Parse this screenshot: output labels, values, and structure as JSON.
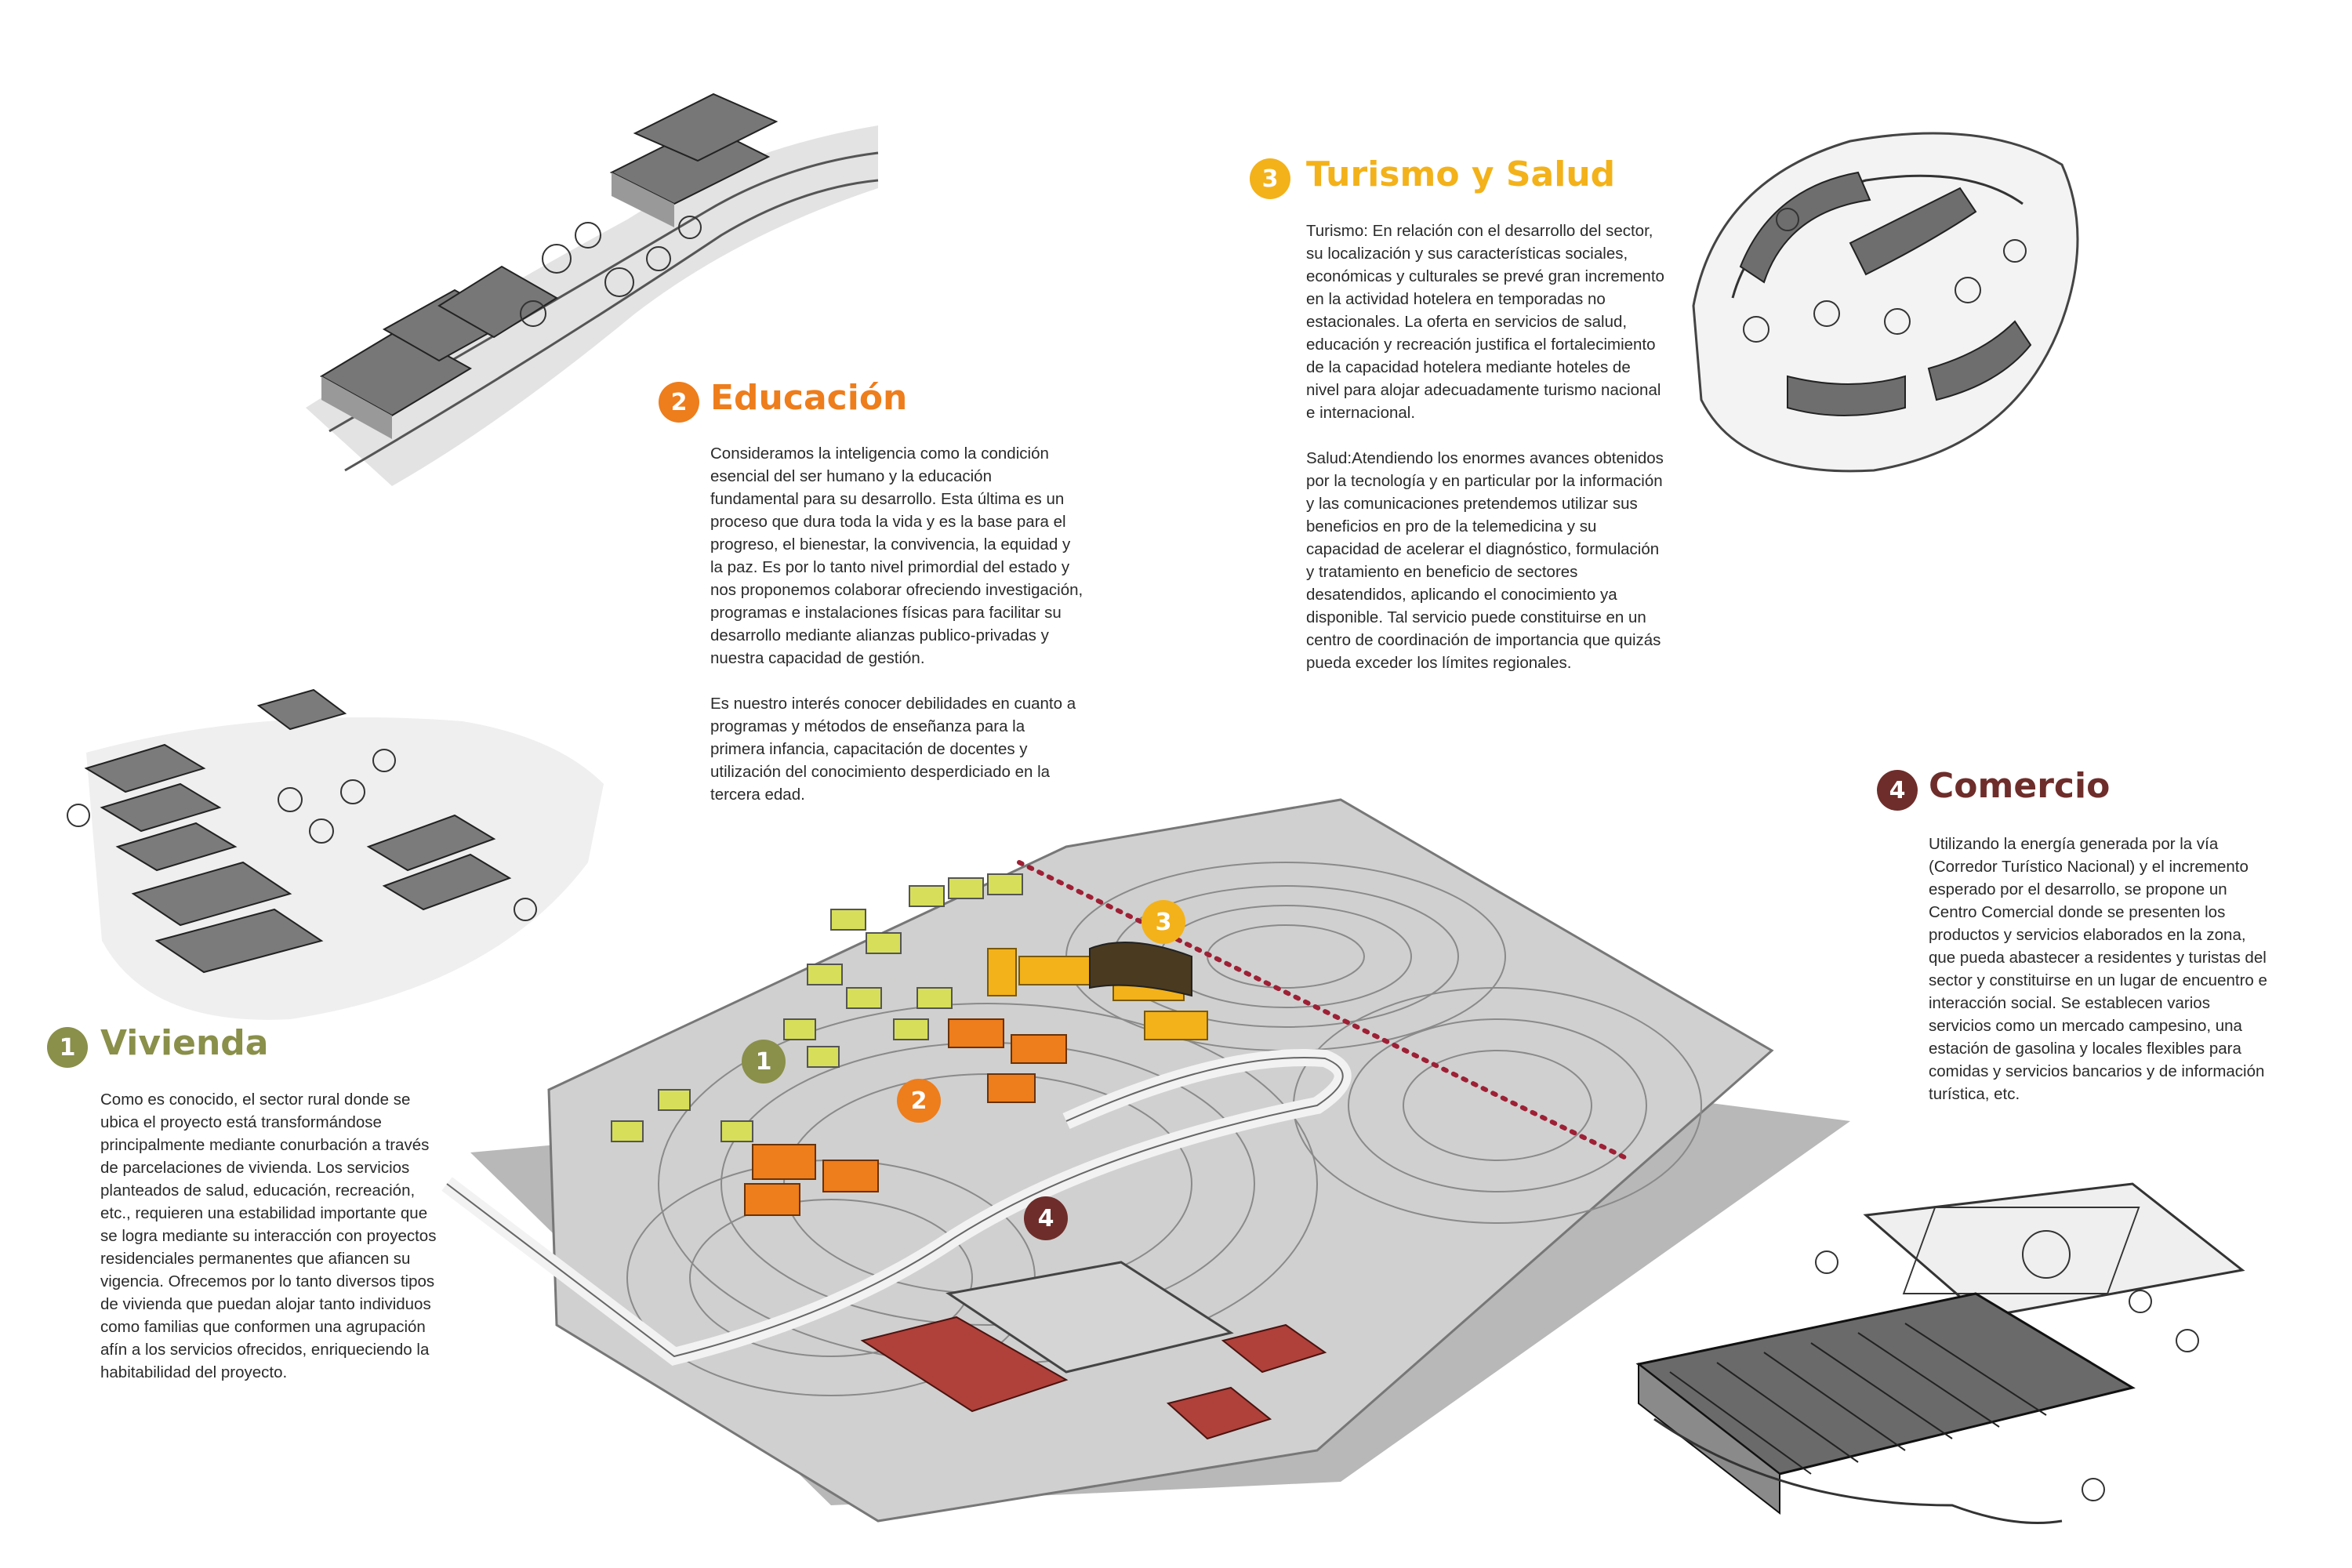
{
  "colors": {
    "vivienda": "#8a8f4a",
    "educacion": "#ee7d1c",
    "turismo": "#f3b21a",
    "comercio": "#6e2d2a",
    "housing_blocks": "#d7df5a",
    "education_blocks": "#ee7d1c",
    "commerce_blocks": "#b0403a",
    "trail_line": "#9e2035",
    "terrain": "#bdbdbd"
  },
  "sections": {
    "vivienda": {
      "number": "1",
      "title": "Vivienda",
      "body": "Como es conocido, el sector rural donde se ubica el proyecto está transformándose principalmente mediante conurbación a través de parcelaciones de vivienda. Los servicios planteados de salud, educación, recreación, etc., requieren una estabilidad importante que se logra mediante su interacción con proyectos residenciales permanentes que afiancen su vigencia. Ofrecemos por lo tanto diversos tipos de vivienda que puedan alojar tanto individuos como familias que conformen una agrupación afín  a los servicios ofrecidos, enriqueciendo la habitabilidad del proyecto."
    },
    "educacion": {
      "number": "2",
      "title": "Educación",
      "body_1": "Consideramos la inteligencia como la condición esencial del ser humano y la educación fundamental para su desarrollo. Esta última es un proceso que dura toda la vida y es la base para el progreso, el bienestar, la convivencia, la equidad y la paz. Es por lo tanto nivel primordial del estado y nos proponemos colaborar ofreciendo investigación, programas e instalaciones físicas para facilitar su desarrollo mediante alianzas publico-privadas y nuestra capacidad de gestión.",
      "body_2": "Es nuestro interés conocer debilidades en cuanto a programas y  métodos de enseñanza para la primera infancia, capacitación de docentes y utilización del conocimiento desperdiciado en la tercera edad."
    },
    "turismo": {
      "number": "3",
      "title": "Turismo y Salud",
      "body_1": "Turismo: En relación con el desarrollo del sector, su localización y sus características sociales, económicas y culturales se prevé gran incremento en la actividad hotelera en temporadas no estacionales. La oferta en servicios de salud, educación y recreación justifica el fortalecimiento de la capacidad hotelera  mediante hoteles de nivel para alojar adecuadamente turismo nacional e internacional.",
      "body_2": "Salud:Atendiendo los enormes avances obtenidos por la tecnología y en particular por la información y las comunicaciones pretendemos utilizar sus beneficios en pro de la telemedicina y su capacidad de acelerar el diagnóstico, formulación y tratamiento en beneficio de sectores desatendidos, aplicando el conocimiento ya disponible. Tal servicio puede constituirse en un centro de coordinación de importancia que quizás pueda exceder los límites regionales."
    },
    "comercio": {
      "number": "4",
      "title": "Comercio",
      "body": "Utilizando la energía generada por la vía (Corredor Turístico Nacional) y el incremento esperado por el desarrollo, se propone un Centro Comercial donde se presenten los productos y servicios elaborados en la zona, que pueda abastecer a residentes y turistas del sector y constituirse en un lugar de encuentro e interacción social. Se establecen varios servicios como un mercado campesino, una estación de gasolina y locales flexibles para comidas y servicios bancarios y de información turística, etc."
    }
  },
  "map_markers": [
    "1",
    "2",
    "3",
    "4"
  ]
}
